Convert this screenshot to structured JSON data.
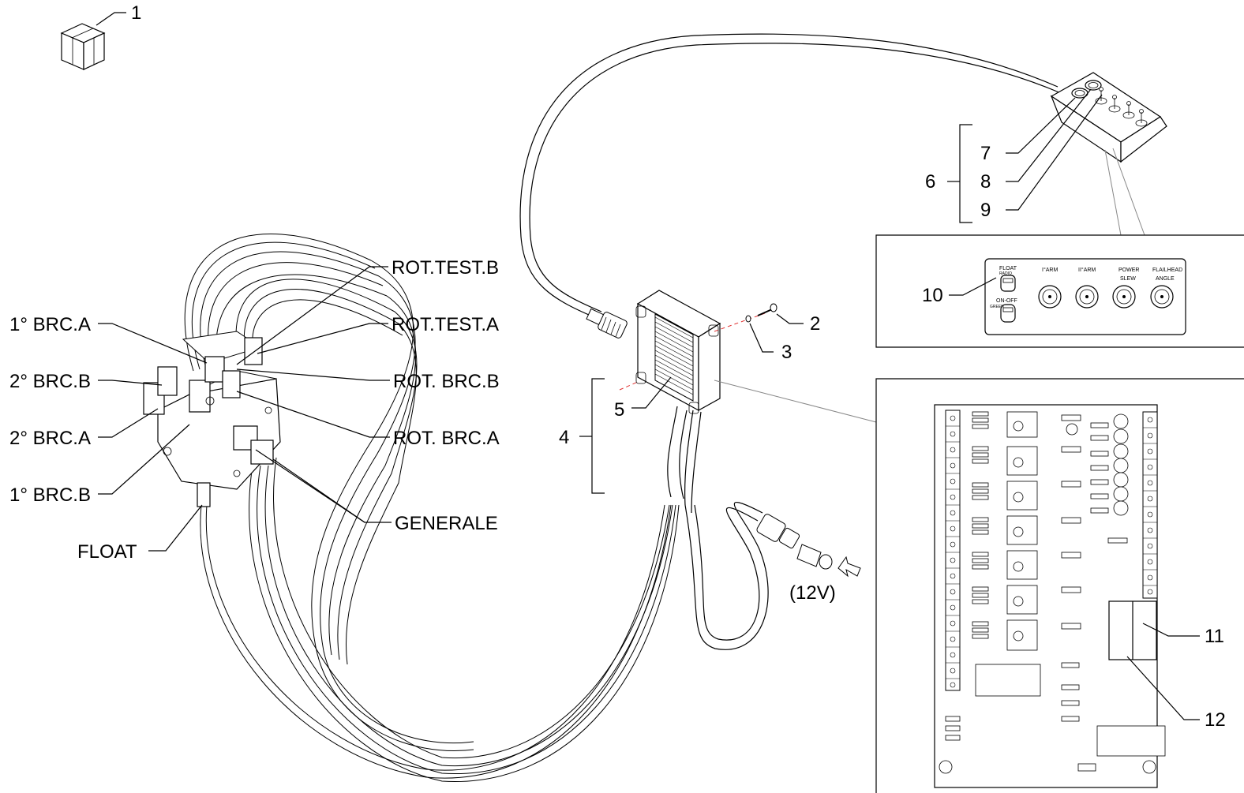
{
  "callouts": {
    "c1": "1",
    "c2": "2",
    "c3": "3",
    "c4": "4",
    "c5": "5",
    "c6": "6",
    "c7": "7",
    "c8": "8",
    "c9": "9",
    "c10": "10",
    "c11": "11",
    "c12": "12"
  },
  "valve_labels": {
    "rot_test_b": "ROT.TEST.B",
    "rot_test_a": "ROT.TEST.A",
    "rot_brc_b": "ROT. BRC.B",
    "rot_brc_a": "ROT. BRC.A",
    "generale": "GENERALE",
    "brc1_a": "1° BRC.A",
    "brc2_b": "2° BRC.B",
    "brc2_a": "2° BRC.A",
    "brc1_b": "1° BRC.B",
    "float": "FLOAT"
  },
  "power_label": "(12V)",
  "panel": {
    "float": "FLOAT",
    "float_sub": "RADIO",
    "on_off": "ON-OFF",
    "on_off_sub": "GREEN",
    "arm1": "I°ARM",
    "arm2": "II°ARM",
    "power": "POWER",
    "slew": "SLEW",
    "flailhead": "FLAILHEAD",
    "angle": "ANGLE"
  },
  "colors": {
    "line": "#000000",
    "axis_dash": "#e03030",
    "background": "#ffffff",
    "leader_gray": "#888888"
  }
}
